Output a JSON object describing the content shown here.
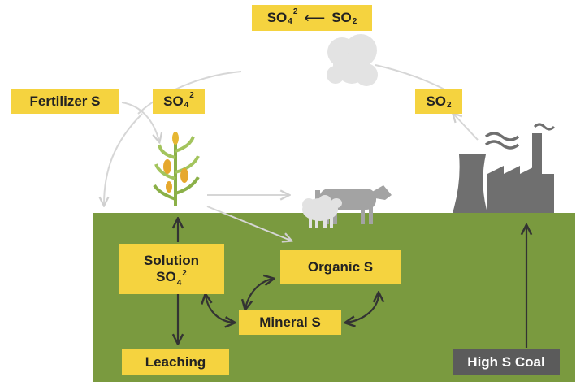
{
  "top_reaction": {
    "left_base": "SO",
    "left_sub": "4",
    "left_sup": "2",
    "arrow": "⟵",
    "right_base": "SO",
    "right_sub": "2"
  },
  "fertilizer": {
    "label": "Fertilizer S"
  },
  "so4_deposition": {
    "base": "SO",
    "sub": "4",
    "sup": "2"
  },
  "so2_emission": {
    "base": "SO",
    "sub": "2"
  },
  "solution": {
    "line1": "Solution",
    "base": "SO",
    "sub": "4",
    "sup": "2"
  },
  "organic": {
    "label": "Organic S"
  },
  "mineral": {
    "label": "Mineral S"
  },
  "leaching": {
    "label": "Leaching"
  },
  "coal": {
    "label": "High S Coal"
  },
  "icons": [
    "cloud-icon",
    "corn-plant-icon",
    "cow-icon",
    "sheep-icon",
    "power-plant-icon"
  ],
  "colors": {
    "ground": "#7a9a3f",
    "label": "#f5d33f",
    "coal_label": "#5b5b5b",
    "flow_arrow": "#d6d6d6",
    "soil_arrow": "#333333",
    "factory": "#6f6f6f"
  }
}
